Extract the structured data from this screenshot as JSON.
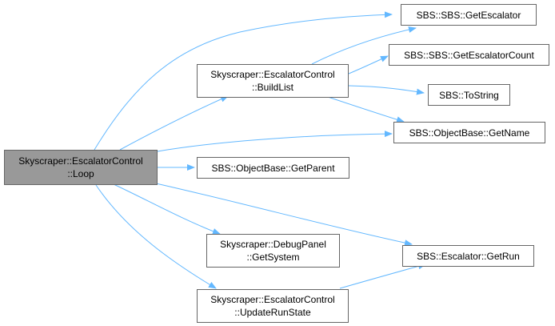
{
  "graph": {
    "edge_color": "#63b8ff",
    "node_border_color": "#666666",
    "root_fill_color": "#999999",
    "nodes": {
      "loop": {
        "line1": "Skyscraper::EscalatorControl",
        "line2": "::Loop"
      },
      "buildlist": {
        "line1": "Skyscraper::EscalatorControl",
        "line2": "::BuildList"
      },
      "getparent": {
        "label": "SBS::ObjectBase::GetParent"
      },
      "getsystem": {
        "line1": "Skyscraper::DebugPanel",
        "line2": "::GetSystem"
      },
      "updaterunstate": {
        "line1": "Skyscraper::EscalatorControl",
        "line2": "::UpdateRunState"
      },
      "getescalator": {
        "label": "SBS::SBS::GetEscalator"
      },
      "getescalatorcount": {
        "label": "SBS::SBS::GetEscalatorCount"
      },
      "tostring": {
        "label": "SBS::ToString"
      },
      "getname": {
        "label": "SBS::ObjectBase::GetName"
      },
      "getrun": {
        "label": "SBS::Escalator::GetRun"
      }
    }
  }
}
